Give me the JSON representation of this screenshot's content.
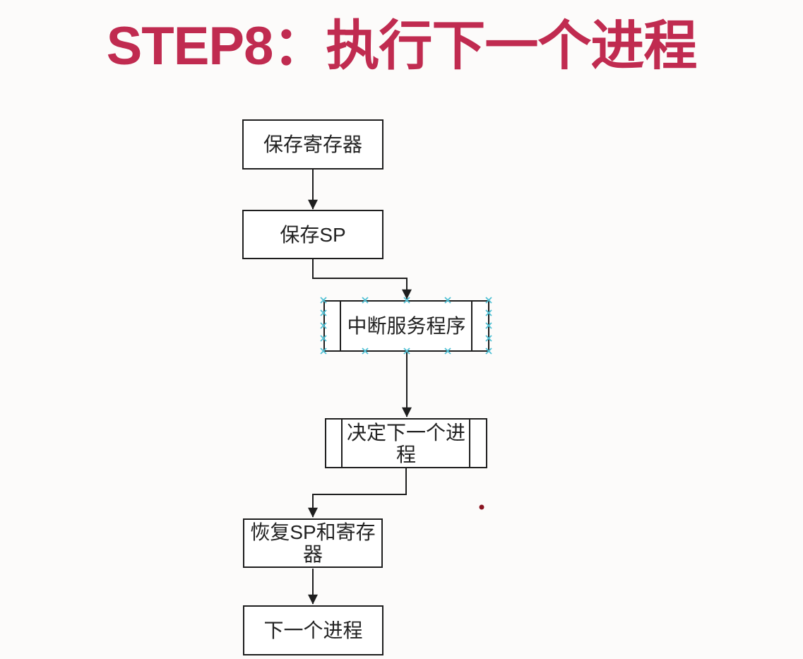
{
  "page": {
    "title": "STEP8：执行下一个进程",
    "title_color": "#c02b50",
    "background_color": "#fcfbfa"
  },
  "flowchart": {
    "line_color": "#1e1e1e",
    "node_fill": "#ffffff",
    "node_border_color": "#1e1e1e",
    "selection_handle_color": "#4fc0d4",
    "stray_dot_color": "#8a1420",
    "nodes": [
      {
        "id": "save-registers",
        "label": "保存寄存器",
        "shape": "rectangle"
      },
      {
        "id": "save-sp",
        "label": "保存SP",
        "shape": "rectangle"
      },
      {
        "id": "interrupt-service-routine",
        "label": "中断服务程序",
        "shape": "predefined-process",
        "selected": true
      },
      {
        "id": "decide-next-process",
        "label": "决定下一个进\n程",
        "shape": "predefined-process"
      },
      {
        "id": "restore-sp-and-registers",
        "label": "恢复SP和寄存\n器",
        "shape": "rectangle"
      },
      {
        "id": "next-process",
        "label": "下一个进程",
        "shape": "rectangle"
      }
    ],
    "edges": [
      {
        "from": "save-registers",
        "to": "save-sp"
      },
      {
        "from": "save-sp",
        "to": "interrupt-service-routine"
      },
      {
        "from": "interrupt-service-routine",
        "to": "decide-next-process"
      },
      {
        "from": "decide-next-process",
        "to": "restore-sp-and-registers"
      },
      {
        "from": "restore-sp-and-registers",
        "to": "next-process"
      }
    ]
  }
}
